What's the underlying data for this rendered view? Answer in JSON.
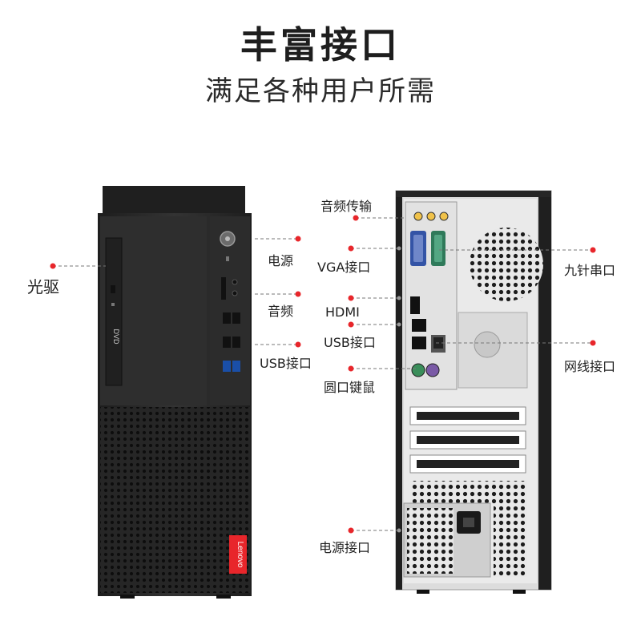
{
  "header": {
    "title": "丰富接口",
    "subtitle": "满足各种用户所需"
  },
  "front": {
    "brand": "Lenovo",
    "drive_label": "DVD",
    "callouts": {
      "optical": "光驱",
      "power": "电源",
      "audio": "音频",
      "usb": "USB接口"
    }
  },
  "rear": {
    "callouts": {
      "audio_io": "音频传输",
      "vga": "VGA接口",
      "serial": "九针串口",
      "hdmi": "HDMI",
      "usb": "USB接口",
      "lan": "网线接口",
      "ps2": "圆口键鼠",
      "power_in": "电源接口"
    }
  },
  "colors": {
    "accent_red": "#e8262b",
    "case_black": "#2a2a2a",
    "rear_metal": "#eaeaea"
  }
}
